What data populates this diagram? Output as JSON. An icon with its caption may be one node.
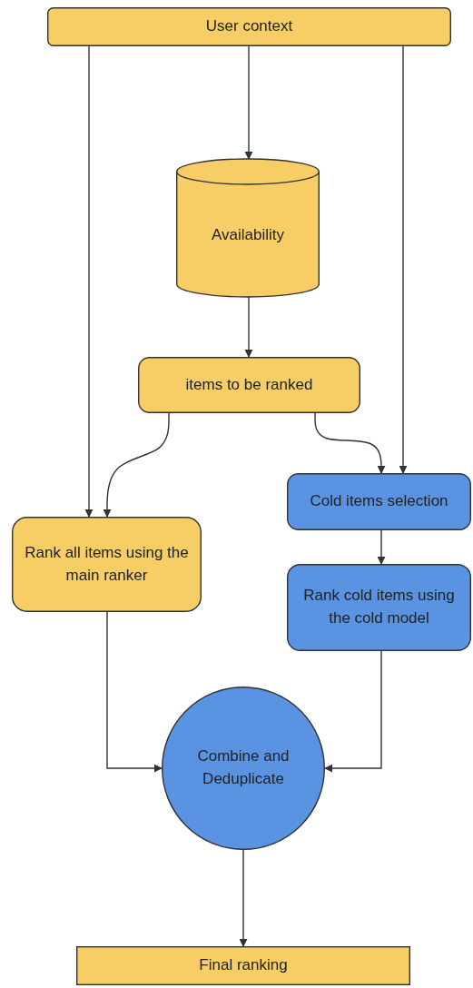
{
  "diagram": {
    "nodes": [
      {
        "text": [
          "User context"
        ]
      },
      {
        "text": [
          "Availability"
        ]
      },
      {
        "text": [
          "items to be ranked"
        ]
      },
      {
        "text": [
          "Cold items selection"
        ]
      },
      {
        "text": [
          "Rank all items using the main ranker"
        ]
      },
      {
        "text": [
          "Rank cold items using the cold model"
        ]
      },
      {
        "text": [
          "Combine and Deduplicate"
        ]
      },
      {
        "text": [
          "Final ranking"
        ]
      }
    ],
    "edges": [
      {
        "from": 0,
        "to": 4,
        "arrow": "to"
      },
      {
        "from": 0,
        "to": 1,
        "arrow": "to"
      },
      {
        "from": 0,
        "to": 3,
        "arrow": "to"
      },
      {
        "from": 1,
        "to": 2,
        "arrow": "to"
      },
      {
        "from": 2,
        "to": 4,
        "arrow": "to"
      },
      {
        "from": 2,
        "to": 3,
        "arrow": "to"
      },
      {
        "from": 3,
        "to": 5,
        "arrow": "to"
      },
      {
        "from": 4,
        "to": 6,
        "arrow": "to"
      },
      {
        "from": 5,
        "to": 6,
        "arrow": "to"
      },
      {
        "from": 6,
        "to": 7,
        "arrow": "to"
      }
    ]
  }
}
